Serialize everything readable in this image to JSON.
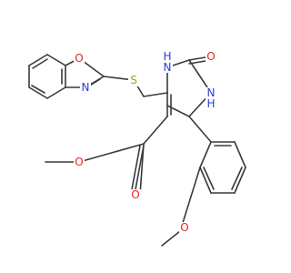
{
  "molecule": {
    "atom_labels": {
      "oxazole_o": "O",
      "oxazole_n": "N",
      "thioether_s": "S",
      "ring_nh_upper": "H",
      "ring_n_upper": "N",
      "carbonyl_o_ring": "O",
      "ring_n_lower": "N",
      "ring_nh_lower": "H",
      "ester_carbonyl_o": "O",
      "ester_ether_o": "O",
      "methoxy_o": "O"
    },
    "colors": {
      "bond": "#3a3a3a",
      "oxygen": "#e8251f",
      "nitrogen": "#2b3bd9",
      "sulfur": "#b49a1e"
    }
  }
}
